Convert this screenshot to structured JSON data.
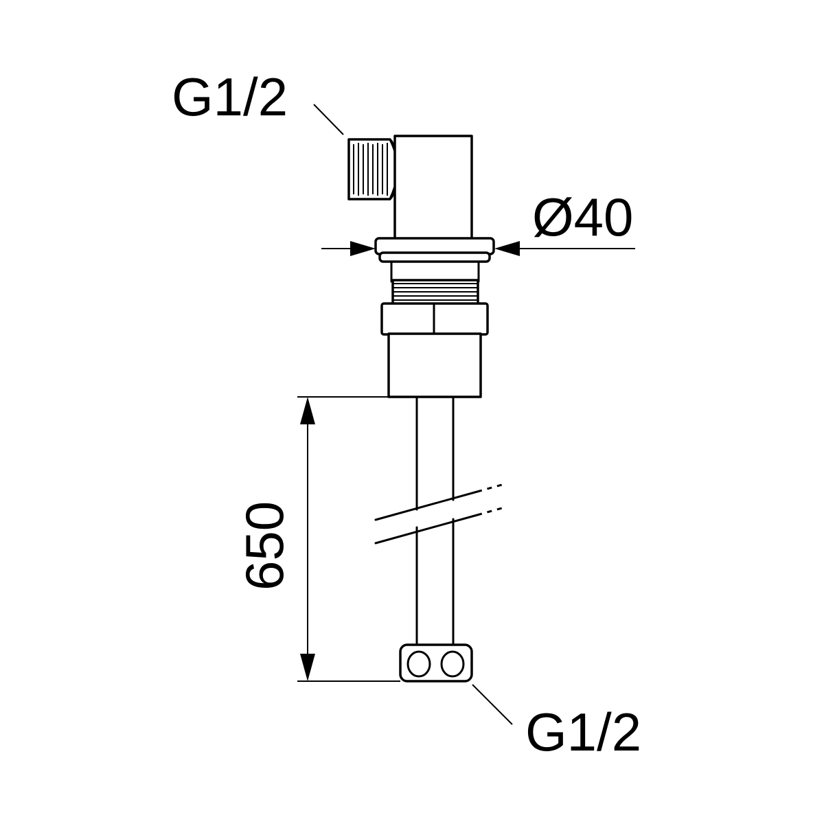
{
  "labels": {
    "top_thread": "G1/2",
    "diameter": "Ø40",
    "length": "650",
    "bottom_thread": "G1/2"
  }
}
